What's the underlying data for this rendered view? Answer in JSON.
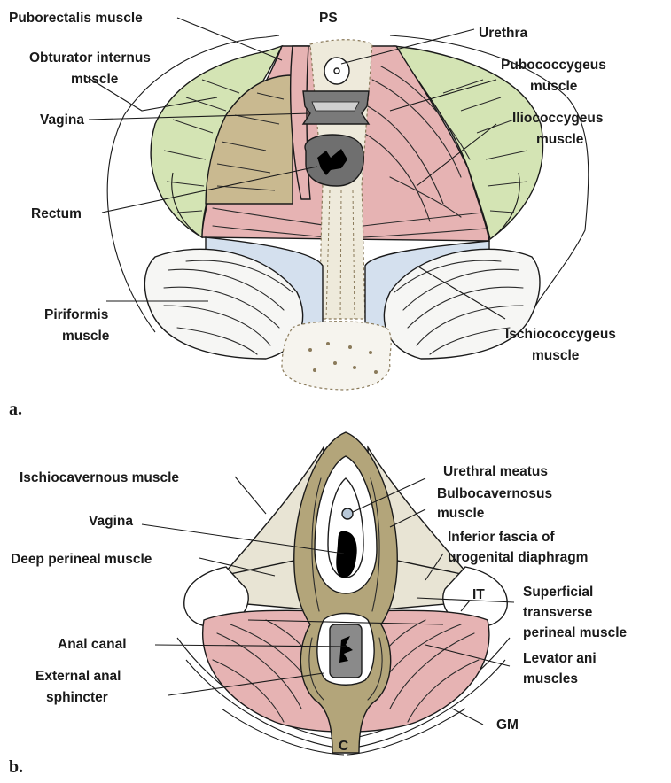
{
  "panel_a": {
    "tag": "a.",
    "labels": {
      "puborectalis": "Puborectalis muscle",
      "ps": "PS",
      "urethra": "Urethra",
      "obturator_1": "Obturator internus",
      "obturator_2": "muscle",
      "pubococcygeus_1": "Pubococcygeus",
      "pubococcygeus_2": "muscle",
      "vagina": "Vagina",
      "iliococcygeus_1": "Iliococcygeus",
      "iliococcygeus_2": "muscle",
      "rectum": "Rectum",
      "piriformis_1": "Piriformis",
      "piriformis_2": "muscle",
      "ischiococcygeus_1": "Ischiococcygeus",
      "ischiococcygeus_2": "muscle"
    }
  },
  "panel_b": {
    "tag": "b.",
    "labels": {
      "ischiocavernous": "Ischiocavernous muscle",
      "urethral_meatus": "Urethral meatus",
      "bulbocavernosus_1": "Bulbocavernosus",
      "bulbocavernosus_2": "muscle",
      "vagina": "Vagina",
      "inferior_fascia_1": "Inferior fascia of",
      "inferior_fascia_2": "urogenital diaphragm",
      "deep_perineal": "Deep perineal muscle",
      "it": "IT",
      "superficial_1": "Superficial",
      "superficial_2": "transverse",
      "superficial_3": "perineal muscle",
      "anal_canal": "Anal canal",
      "levator_1": "Levator ani",
      "levator_2": "muscles",
      "external_1": "External anal",
      "external_2": "sphincter",
      "gm": "GM",
      "c": "C"
    }
  },
  "colors": {
    "green": "#d4e4b4",
    "pink": "#e6b3b3",
    "tan": "#c9b990",
    "olive": "#b3a57a",
    "blue": "#d4e0ee",
    "cream": "#eeeadb",
    "gray": "#8a8a8a"
  }
}
